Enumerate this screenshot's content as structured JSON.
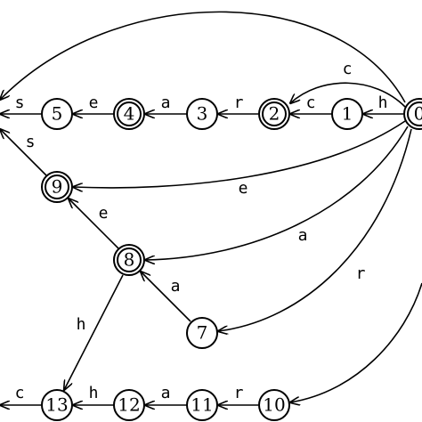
{
  "diagram": {
    "states": [
      {
        "id": "0",
        "label": "0",
        "accepting": true
      },
      {
        "id": "1",
        "label": "1",
        "accepting": false
      },
      {
        "id": "2",
        "label": "2",
        "accepting": true
      },
      {
        "id": "3",
        "label": "3",
        "accepting": false
      },
      {
        "id": "4",
        "label": "4",
        "accepting": true
      },
      {
        "id": "5",
        "label": "5",
        "accepting": false
      },
      {
        "id": "7",
        "label": "7",
        "accepting": false
      },
      {
        "id": "8",
        "label": "8",
        "accepting": true
      },
      {
        "id": "9",
        "label": "9",
        "accepting": true
      },
      {
        "id": "10",
        "label": "10",
        "accepting": false
      },
      {
        "id": "11",
        "label": "11",
        "accepting": false
      },
      {
        "id": "12",
        "label": "12",
        "accepting": false
      },
      {
        "id": "13",
        "label": "13",
        "accepting": false
      }
    ],
    "edges": [
      {
        "id": "e0_1",
        "from": "0",
        "to": "1",
        "label": "h"
      },
      {
        "id": "e1_2",
        "from": "1",
        "to": "2",
        "label": "c"
      },
      {
        "id": "e0_2",
        "from": "0",
        "to": "2",
        "label": "c"
      },
      {
        "id": "e2_3",
        "from": "2",
        "to": "3",
        "label": "r"
      },
      {
        "id": "e3_4",
        "from": "3",
        "to": "4",
        "label": "a"
      },
      {
        "id": "e4_5",
        "from": "4",
        "to": "5",
        "label": "e"
      },
      {
        "id": "e5_out",
        "from": "5",
        "to": "",
        "label": "s"
      },
      {
        "id": "e9_out",
        "from": "9",
        "to": "",
        "label": "s"
      },
      {
        "id": "e0_9",
        "from": "0",
        "to": "9",
        "label": "e"
      },
      {
        "id": "e0_8",
        "from": "0",
        "to": "8",
        "label": "a"
      },
      {
        "id": "e0_7",
        "from": "0",
        "to": "7",
        "label": "r"
      },
      {
        "id": "e8_9",
        "from": "8",
        "to": "9",
        "label": "e"
      },
      {
        "id": "e7_8",
        "from": "7",
        "to": "8",
        "label": "a"
      },
      {
        "id": "e8_13",
        "from": "8",
        "to": "13",
        "label": "h"
      },
      {
        "id": "e10_11",
        "from": "10",
        "to": "11",
        "label": "r"
      },
      {
        "id": "e11_12",
        "from": "11",
        "to": "12",
        "label": "a"
      },
      {
        "id": "e12_13",
        "from": "12",
        "to": "13",
        "label": "h"
      },
      {
        "id": "e13_out",
        "from": "13",
        "to": "",
        "label": "c"
      },
      {
        "id": "e_top_arc",
        "from": "",
        "to": "",
        "label": ""
      },
      {
        "id": "e_right_arc",
        "from": "",
        "to": "10",
        "label": ""
      }
    ]
  }
}
